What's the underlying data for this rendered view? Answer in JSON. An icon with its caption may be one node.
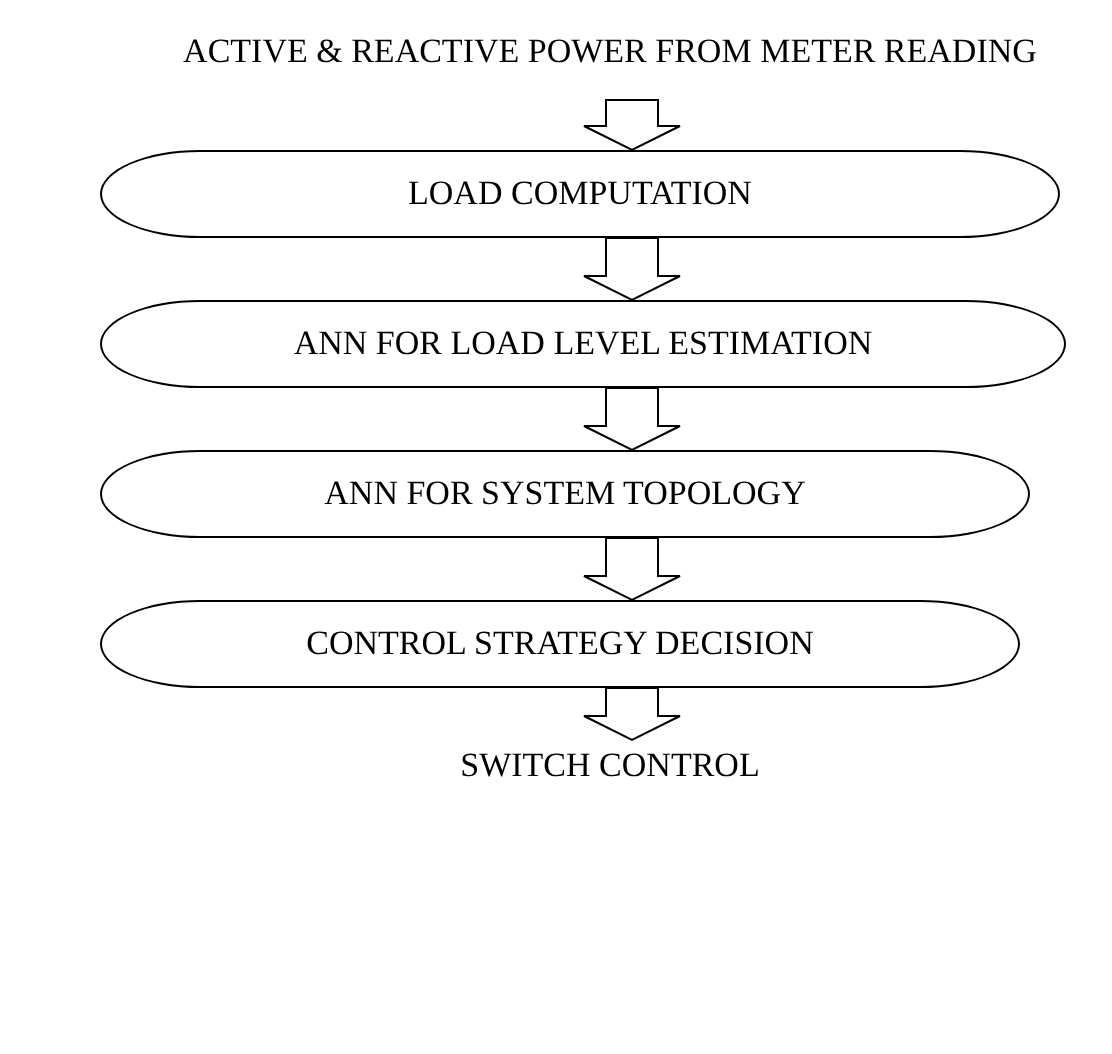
{
  "diagram": {
    "nodes": [
      {
        "text": [
          "ACTIVE & REACTIVE POWER FROM METER READING"
        ]
      },
      {
        "text": [
          "LOAD COMPUTATION"
        ]
      },
      {
        "text": [
          "ANN FOR LOAD LEVEL ESTIMATION"
        ]
      },
      {
        "text": [
          "ANN FOR SYSTEM TOPOLOGY"
        ]
      },
      {
        "text": [
          "CONTROL STRATEGY DECISION"
        ]
      },
      {
        "text": [
          "SWITCH CONTROL"
        ]
      }
    ],
    "edges": [
      {
        "from": 0,
        "to": 1,
        "arrow": "to"
      },
      {
        "from": 1,
        "to": 2,
        "arrow": "to"
      },
      {
        "from": 2,
        "to": 3,
        "arrow": "to"
      },
      {
        "from": 3,
        "to": 4,
        "arrow": "to"
      },
      {
        "from": 4,
        "to": 5,
        "arrow": "to"
      }
    ]
  }
}
